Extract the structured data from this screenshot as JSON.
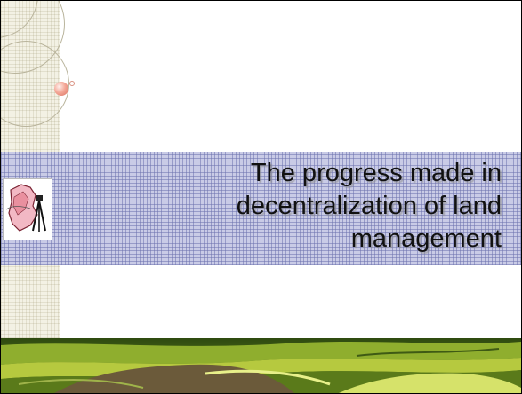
{
  "slide": {
    "title": "The progress  made in\ndecentralization  of land\nmanagement"
  },
  "icons": {
    "logo": "map-with-surveyor-tripod-logo",
    "orb": "decorative-pink-orb"
  },
  "colors": {
    "band": "#c9cbe6",
    "strip": "#f3f1e4",
    "title_text": "#111111"
  }
}
